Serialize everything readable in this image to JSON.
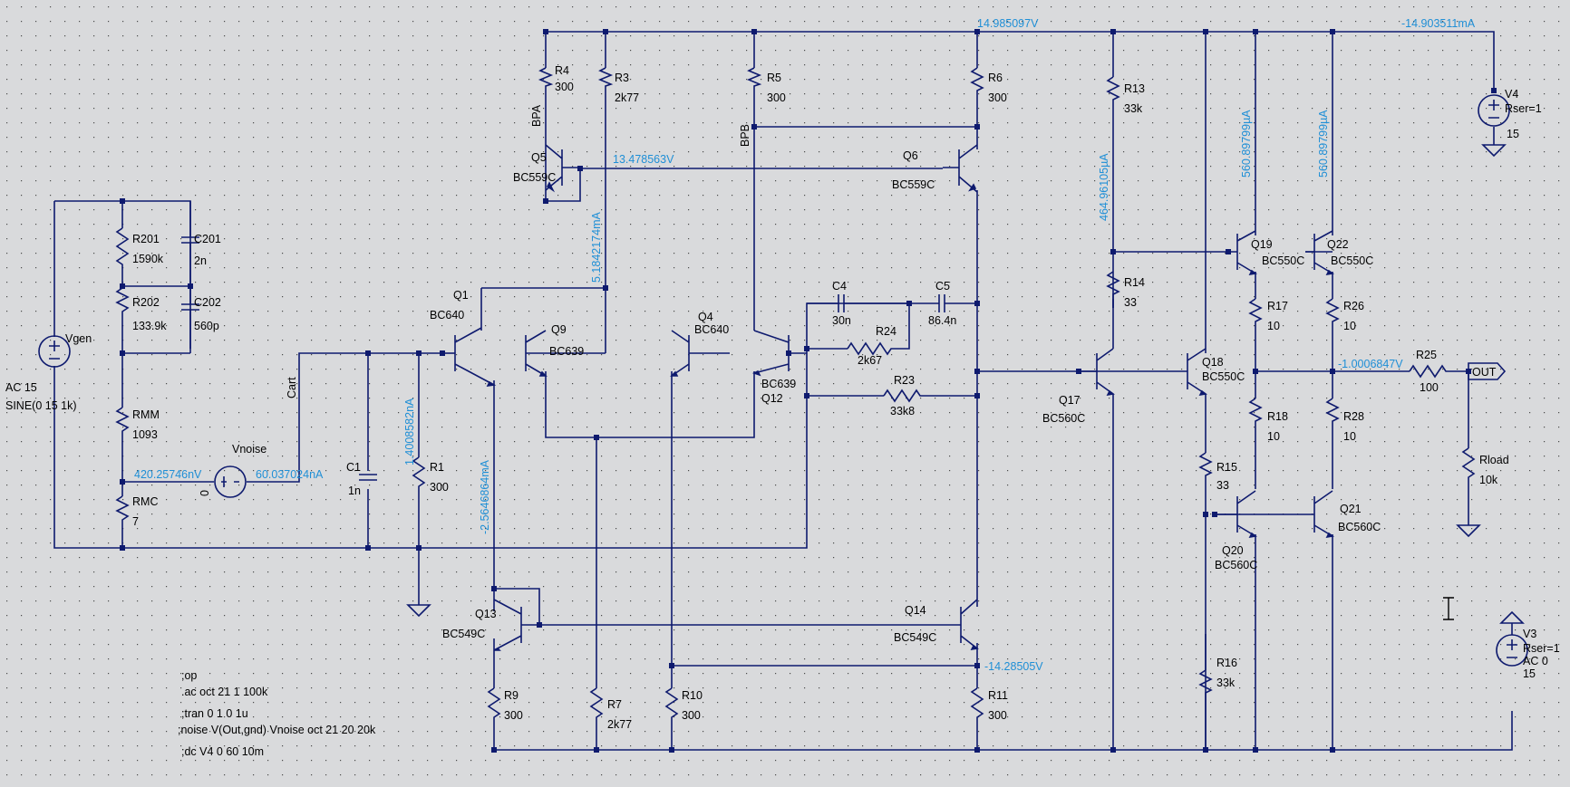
{
  "colors": {
    "background": "#d9dadc",
    "wire": "#0e1a6e",
    "annotation": "#1f8fd6",
    "label": "#000000"
  },
  "components": {
    "R4": {
      "name": "R4",
      "value": "300"
    },
    "R3": {
      "name": "R3",
      "value": "2k77"
    },
    "R5": {
      "name": "R5",
      "value": "300"
    },
    "R6": {
      "name": "R6",
      "value": "300"
    },
    "R13": {
      "name": "R13",
      "value": "33k"
    },
    "R14": {
      "name": "R14",
      "value": "33"
    },
    "R15": {
      "name": "R15",
      "value": "33"
    },
    "R16": {
      "name": "R16",
      "value": "33k"
    },
    "R17": {
      "name": "R17",
      "value": "10"
    },
    "R18": {
      "name": "R18",
      "value": "10"
    },
    "R26": {
      "name": "R26",
      "value": "10"
    },
    "R28": {
      "name": "R28",
      "value": "10"
    },
    "R25": {
      "name": "R25",
      "value": "100"
    },
    "Rload": {
      "name": "Rload",
      "value": "10k"
    },
    "R201": {
      "name": "R201",
      "value": "1590k"
    },
    "R202": {
      "name": "R202",
      "value": "133.9k"
    },
    "RMM": {
      "name": "RMM",
      "value": "1093"
    },
    "RMC": {
      "name": "RMC",
      "value": "7"
    },
    "R1": {
      "name": "R1",
      "value": "300"
    },
    "R9": {
      "name": "R9",
      "value": "300"
    },
    "R7": {
      "name": "R7",
      "value": "2k77"
    },
    "R10": {
      "name": "R10",
      "value": "300"
    },
    "R11": {
      "name": "R11",
      "value": "300"
    },
    "R23": {
      "name": "R23",
      "value": "33k8"
    },
    "R24": {
      "name": "R24",
      "value": "2k67"
    },
    "C201": {
      "name": "C201",
      "value": "2n"
    },
    "C202": {
      "name": "C202",
      "value": "560p"
    },
    "C1": {
      "name": "C1",
      "value": "1n"
    },
    "C4": {
      "name": "C4",
      "value": "30n"
    },
    "C5": {
      "name": "C5",
      "value": "86.4n"
    },
    "Q1": {
      "name": "Q1",
      "model": "BC640"
    },
    "Q9": {
      "name": "Q9",
      "model": "BC639"
    },
    "Q4": {
      "name": "Q4",
      "model": "BC640"
    },
    "Q12": {
      "name": "Q12",
      "model": "BC639"
    },
    "Q5": {
      "name": "Q5",
      "model": "BC559C"
    },
    "Q6": {
      "name": "Q6",
      "model": "BC559C"
    },
    "Q13": {
      "name": "Q13",
      "model": "BC549C"
    },
    "Q14": {
      "name": "Q14",
      "model": "BC549C"
    },
    "Q17": {
      "name": "Q17",
      "model": "BC560C"
    },
    "Q18": {
      "name": "Q18",
      "model": "BC550C"
    },
    "Q19": {
      "name": "Q19",
      "model": "BC550C"
    },
    "Q22": {
      "name": "Q22",
      "model": "BC550C"
    },
    "Q20": {
      "name": "Q20",
      "model": "BC560C"
    },
    "Q21": {
      "name": "Q21",
      "model": "BC560C"
    },
    "Vgen": {
      "name": "Vgen",
      "value": "AC 15",
      "value2": "SINE(0 15 1k)"
    },
    "Vnoise": {
      "name": "Vnoise",
      "value": "0"
    },
    "V4": {
      "name": "V4",
      "param": "Rser=1",
      "value": "15"
    },
    "V3": {
      "name": "V3",
      "param": "Rser=1",
      "param2": "AC 0",
      "value": "15"
    }
  },
  "nets": {
    "cart": "Cart",
    "bpa": "BPA",
    "bpb": "BPB",
    "out": "OUT"
  },
  "annotations": {
    "v_top": "14.985097V",
    "i_v4": "-14.903511mA",
    "v_q5": "13.478563V",
    "i_r3": "5.1842174mA",
    "i_r13": "464.96105µA",
    "i_q19": "560.89799µA",
    "i_q22": "560.89799µA",
    "v_out": "-1.0006847V",
    "i_r1": "1.4008582nA",
    "i_q1": "-2.5646864mA",
    "v_noise_l": "420.25746nV",
    "i_noise_r": "60.037024nA",
    "v_bottom": "-14.28505V"
  },
  "directives": [
    ";op",
    ".ac oct 21 1 100k",
    ";tran 0 1 0 1u",
    ";noise V(Out,gnd) Vnoise oct 21 20 20k",
    ";dc V4 0 60 10m"
  ]
}
